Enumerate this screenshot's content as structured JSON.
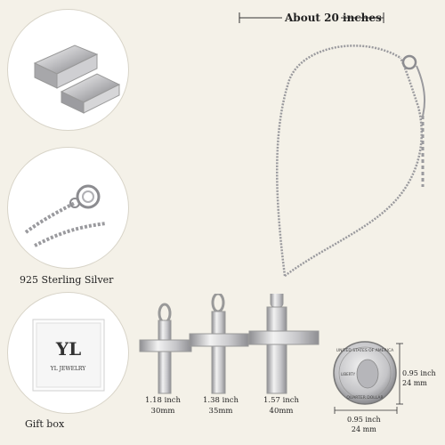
{
  "features": {
    "material_label": "925 Sterling Silver",
    "giftbox_label": "Gift box",
    "giftbox_brand": "YL JEWELRY"
  },
  "chain": {
    "length_label": "About 20 inches"
  },
  "pendant_sizes": [
    {
      "inch": "1.18 inch",
      "mm": "30mm"
    },
    {
      "inch": "1.38 inch",
      "mm": "35mm"
    },
    {
      "inch": "1.57 inch",
      "mm": "40mm"
    }
  ],
  "coin": {
    "top_text": "UNITED STATES OF AMERICA",
    "bottom_text": "QUARTER DOLLAR",
    "liberty_text": "LIBERTY",
    "height_inch": "0.95 inch",
    "height_mm": "24 mm",
    "width_inch": "0.95 inch",
    "width_mm": "24 mm"
  },
  "colors": {
    "background": "#f4f1e8",
    "silver": "#c9c9cc",
    "silver_dark": "#8c8c90"
  }
}
